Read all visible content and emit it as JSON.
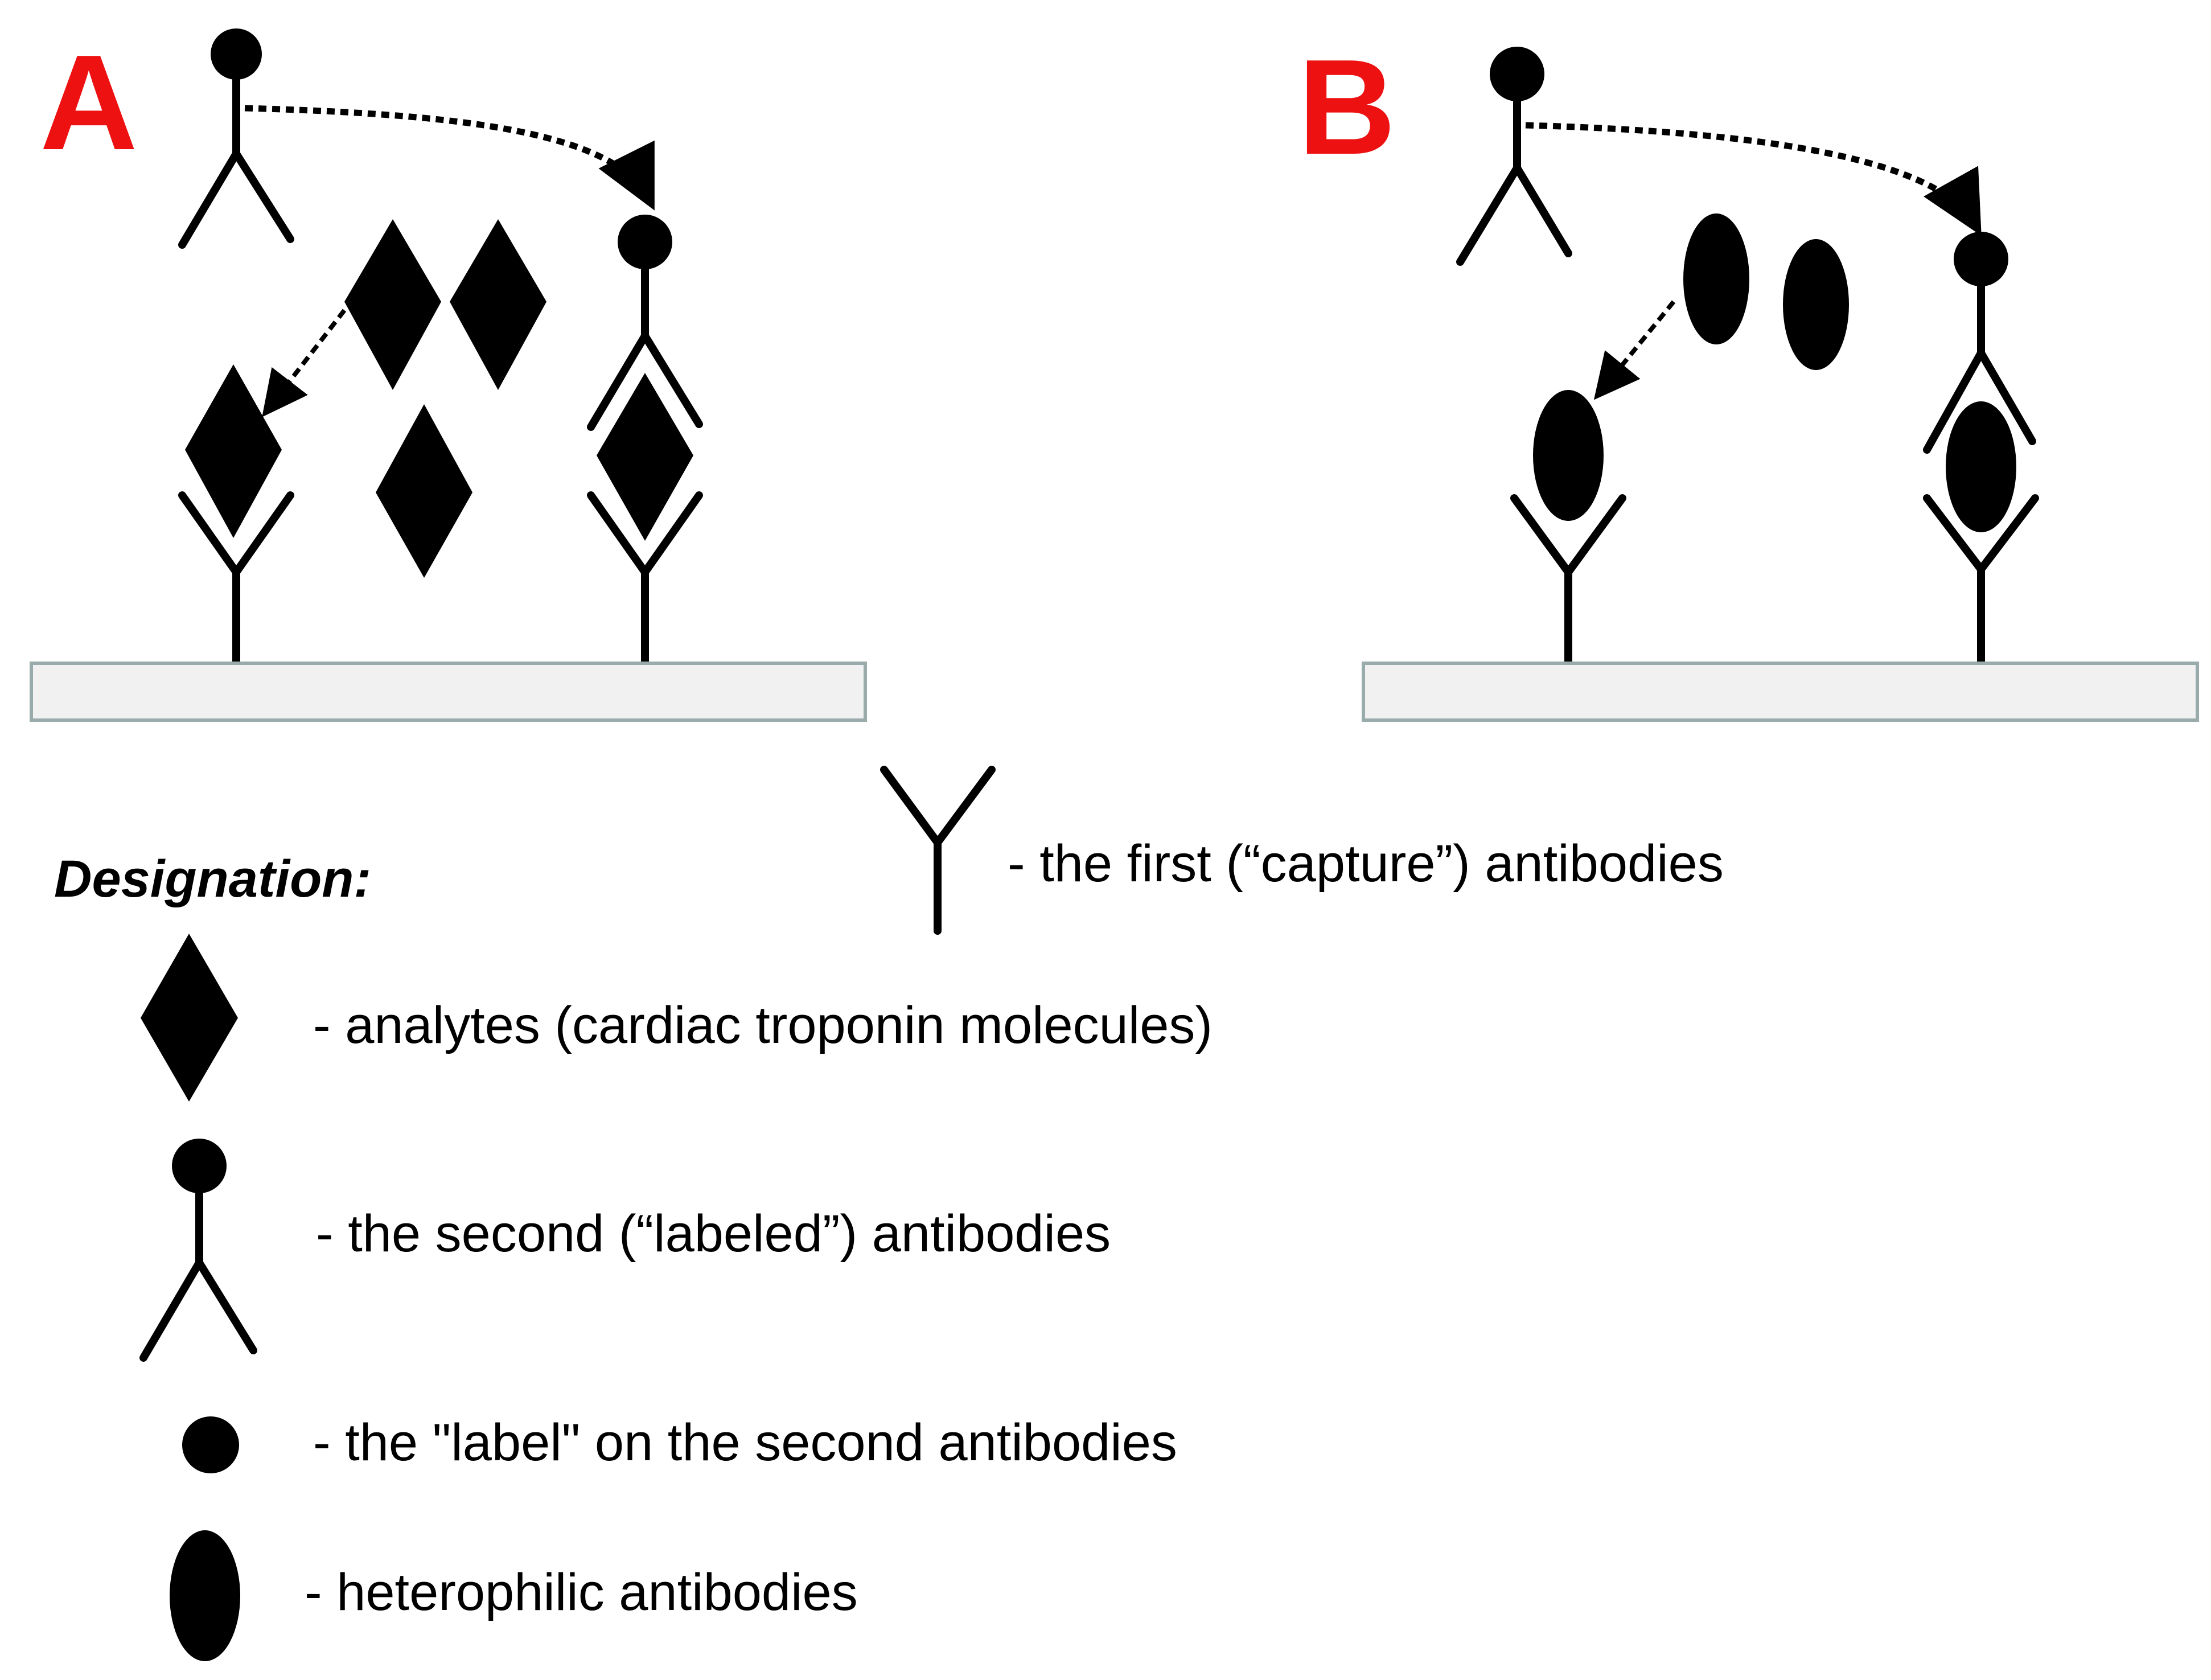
{
  "panels": {
    "a": {
      "letter": "A"
    },
    "b": {
      "letter": "B"
    }
  },
  "legend": {
    "title": "Designation:",
    "capture_antibody": "- the first (“capture”) antibodies",
    "analyte": "- analytes (cardiac troponin molecules)",
    "labeled_antibody": "- the second (“labeled”) antibodies",
    "label": "- the \"label\" on the second antibodies",
    "heterophilic_antibody": "- heterophilic antibodies"
  },
  "colors": {
    "panel_letter": "#ee1111",
    "shape": "#000000",
    "surface_fill": "#f1f1f1",
    "surface_border": "#9aabab"
  },
  "icons": {
    "capture_antibody": "y-shaped-antibody-icon",
    "analyte": "diamond-icon",
    "labeled_antibody": "inverted-y-with-dot-icon",
    "label": "filled-circle-icon",
    "heterophilic_antibody": "filled-ellipse-icon"
  }
}
